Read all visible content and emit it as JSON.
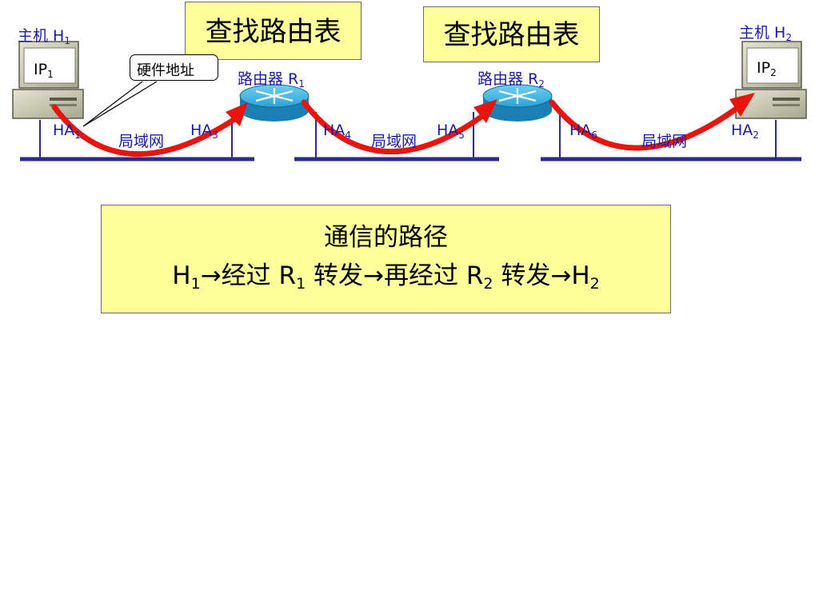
{
  "routing_table_lookup_1": "查找路由表",
  "routing_table_lookup_2": "查找路由表",
  "callout": "硬件地址",
  "hosts": {
    "h1": {
      "name": "主机 H",
      "sub": "1",
      "ip": "IP",
      "ip_sub": "1"
    },
    "h2": {
      "name": "主机 H",
      "sub": "2",
      "ip": "IP",
      "ip_sub": "2"
    }
  },
  "routers": {
    "r1": {
      "name": "路由器 R",
      "sub": "1"
    },
    "r2": {
      "name": "路由器 R",
      "sub": "2"
    }
  },
  "hardware_addresses": {
    "ha1": {
      "text": "HA",
      "sub": "1"
    },
    "ha3": {
      "text": "HA",
      "sub": "3"
    },
    "ha4": {
      "text": "HA",
      "sub": "4"
    },
    "ha5": {
      "text": "HA",
      "sub": "5"
    },
    "ha6": {
      "text": "HA",
      "sub": "6"
    },
    "ha2": {
      "text": "HA",
      "sub": "2"
    }
  },
  "lans": [
    "局域网",
    "局域网",
    "局域网"
  ],
  "path_box": {
    "title": "通信的路径",
    "h": "H",
    "h1_sub": "1",
    "seg1": "→经过 R",
    "r1_sub": "1",
    "seg2": " 转发→再经过 R",
    "r2_sub": "2",
    "seg3": " 转发→H",
    "h2_sub": "2"
  },
  "colors": {
    "network_line": "#2b2b8c",
    "arrow": "#e8150f",
    "box_fill": "#ffff9c",
    "router_body": "#1a8fc4",
    "computer_body": "#c8c8b0"
  }
}
